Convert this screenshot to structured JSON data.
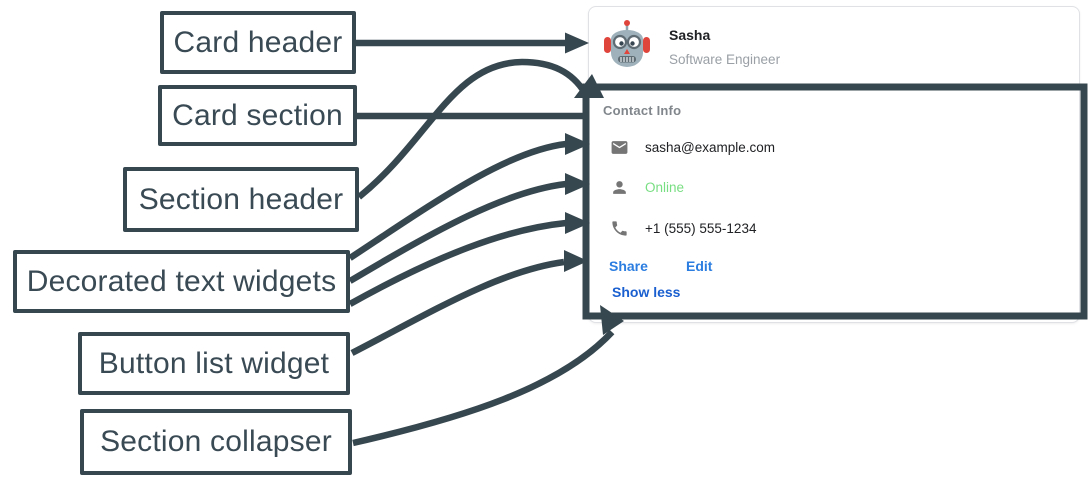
{
  "annotations": {
    "stroke_color": "#37474F",
    "labels": [
      {
        "id": "card-header",
        "text": "Card header"
      },
      {
        "id": "card-section",
        "text": "Card section"
      },
      {
        "id": "section-header",
        "text": "Section header"
      },
      {
        "id": "decorated-text-widgets",
        "text": "Decorated text widgets"
      },
      {
        "id": "button-list-widget",
        "text": "Button list widget"
      },
      {
        "id": "section-collapser",
        "text": "Section collapser"
      }
    ]
  },
  "card": {
    "header": {
      "avatar_icon": "robot-avatar",
      "name": "Sasha",
      "subtitle": "Software Engineer"
    },
    "section": {
      "title": "Contact Info",
      "rows": [
        {
          "icon": "email-icon",
          "text": "sasha@example.com",
          "color": "#202124"
        },
        {
          "icon": "person-icon",
          "text": "Online",
          "color": "#78DE82"
        },
        {
          "icon": "phone-icon",
          "text": "+1 (555) 555-1234",
          "color": "#202124"
        }
      ],
      "buttons": [
        {
          "label": "Share"
        },
        {
          "label": "Edit"
        }
      ],
      "collapser_label": "Show less"
    }
  },
  "colors": {
    "annotation_dark": "#37474F",
    "card_border": "#DFE1E5",
    "link_blue": "#2B7DE0",
    "collapser_blue": "#1A5FD0",
    "online_green": "#78DE82",
    "muted_gray": "#80868B",
    "subtitle_gray": "#9AA0A6",
    "icon_gray": "#757575",
    "text_dark": "#202124"
  }
}
